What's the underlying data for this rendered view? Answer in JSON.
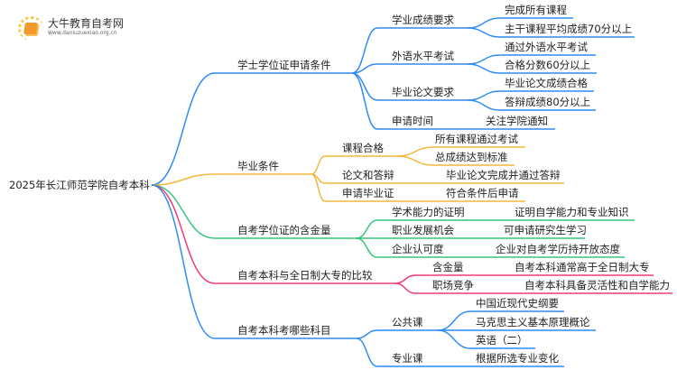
{
  "logo": {
    "title": "大牛教育自考网",
    "url": "www.daniuzuexiao.org.cn"
  },
  "colors": {
    "blue": "#2f8cf5",
    "orange": "#f4b73a",
    "green": "#35c57e",
    "pink": "#ee3b7b"
  },
  "root": "2025年长江师范学院自考本科",
  "branches": [
    {
      "label": "学士学位证申请条件",
      "children": [
        {
          "label": "学业成绩要求",
          "children": [
            "完成所有课程",
            "主干课程平均成绩70分以上"
          ]
        },
        {
          "label": "外语水平考试",
          "children": [
            "通过外语水平考试",
            "合格分数60分以上"
          ]
        },
        {
          "label": "毕业论文要求",
          "children": [
            "毕业论文成绩合格",
            "答辩成绩80分以上"
          ]
        },
        {
          "label": "申请时间",
          "children": [
            "关注学院通知"
          ]
        }
      ]
    },
    {
      "label": "毕业条件",
      "children": [
        {
          "label": "课程合格",
          "children": [
            "所有课程通过考试",
            "总成绩达到标准"
          ]
        },
        {
          "label": "论文和答辩",
          "children": [
            "毕业论文完成并通过答辩"
          ]
        },
        {
          "label": "申请毕业证",
          "children": [
            "符合条件后申请"
          ]
        }
      ]
    },
    {
      "label": "自考学位证的含金量",
      "children": [
        {
          "label": "学术能力的证明",
          "children": [
            "证明自学能力和专业知识"
          ]
        },
        {
          "label": "职业发展机会",
          "children": [
            "可申请研究生学习"
          ]
        },
        {
          "label": "企业认可度",
          "children": [
            "企业对自考学历持开放态度"
          ]
        }
      ]
    },
    {
      "label": "自考本科与全日制大专的比较",
      "children": [
        {
          "label": "含金量",
          "children": [
            "自考本科通常高于全日制大专"
          ]
        },
        {
          "label": "职场竞争",
          "children": [
            "自考本科具备灵活性和自学能力"
          ]
        }
      ]
    },
    {
      "label": "自考本科考哪些科目",
      "children": [
        {
          "label": "公共课",
          "children": [
            "中国近现代史纲要",
            "马克思主义基本原理概论",
            "英语（二）"
          ]
        },
        {
          "label": "专业课",
          "children": [
            "根据所选专业变化"
          ]
        }
      ]
    }
  ]
}
